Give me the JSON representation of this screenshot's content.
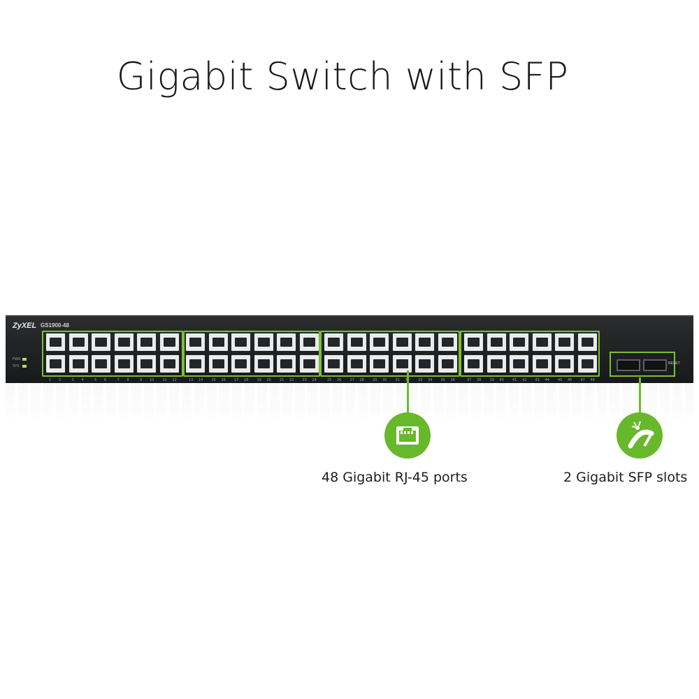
{
  "title": "Gigabit Switch with SFP",
  "device": {
    "brand": "ZyXEL",
    "model": "GS1900-48",
    "leds": [
      "PWR",
      "SYS"
    ],
    "reset_label": "RESET",
    "port_count": 48,
    "sfp_count": 2
  },
  "callouts": [
    {
      "label": "48 Gigabit RJ-45 ports",
      "icon": "ethernet-port-icon"
    },
    {
      "label": "2 Gigabit SFP slots",
      "icon": "sfp-fiber-icon"
    }
  ],
  "colors": {
    "accent_green": "#67b82a",
    "chassis": "#1e2022",
    "title_text": "#1a1a1a"
  }
}
